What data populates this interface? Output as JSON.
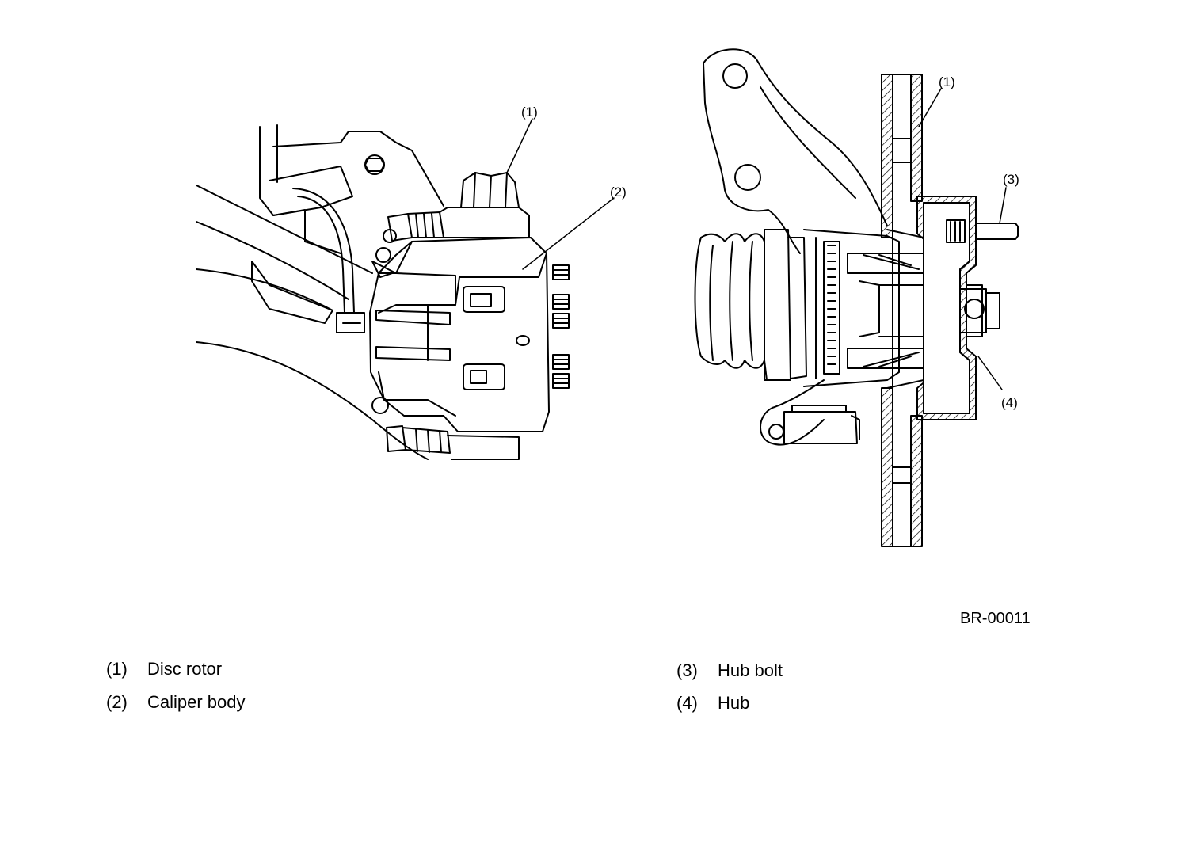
{
  "figure_id": "BR-00011",
  "callouts": {
    "left_1": "(1)",
    "left_2": "(2)",
    "right_1": "(1)",
    "right_3": "(3)",
    "right_4": "(4)"
  },
  "legend": [
    {
      "num": "(1)",
      "text": "Disc rotor"
    },
    {
      "num": "(2)",
      "text": "Caliper body"
    },
    {
      "num": "(3)",
      "text": "Hub bolt"
    },
    {
      "num": "(4)",
      "text": "Hub"
    }
  ]
}
